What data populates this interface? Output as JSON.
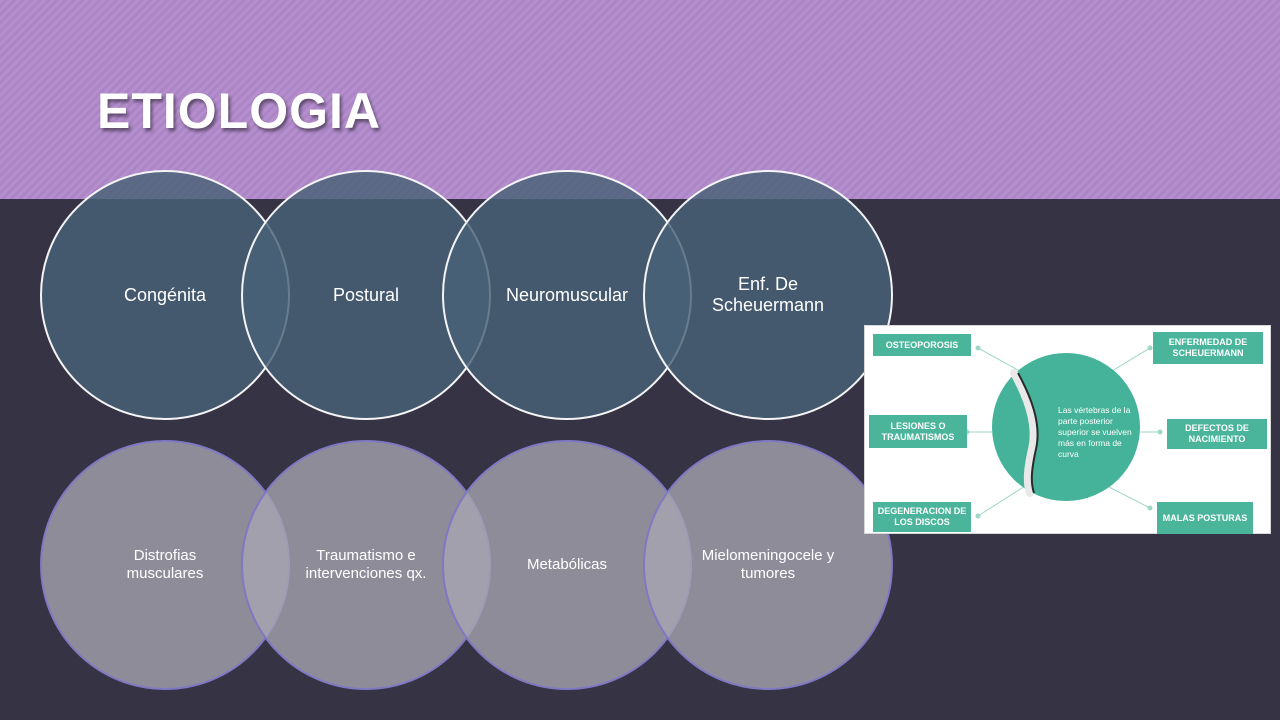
{
  "slide": {
    "title": "ETIOLOGIA",
    "colors": {
      "background": "#363345",
      "banner": "#b58fcd",
      "circle_top": "#486276",
      "circle_bottom": "#a8a5b2",
      "accent": "#4ab59b"
    }
  },
  "causes": {
    "top": [
      {
        "label": "Congénita"
      },
      {
        "label": "Postural"
      },
      {
        "label": "Neuromuscular"
      },
      {
        "label": "Enf. De Scheuermann"
      }
    ],
    "bottom": [
      {
        "label": "Distrofias musculares"
      },
      {
        "label": "Traumatismo e intervenciones qx."
      },
      {
        "label": "Metabólicas"
      },
      {
        "label": "Mielomeningocele y tumores"
      }
    ]
  },
  "infographic": {
    "boxes": {
      "osteoporosis": "OSTEOPOROSIS",
      "lesiones": "LESIONES O TRAUMATISMOS",
      "degeneracion": "DEGENERACION DE LOS DISCOS",
      "scheuermann": "ENFERMEDAD DE SCHEUERMANN",
      "defectos": "DEFECTOS DE NACIMIENTO",
      "malas": "MALAS POSTURAS"
    },
    "center_text": "Las vértebras de la parte posterior superior se vuelven más en forma de curva"
  }
}
